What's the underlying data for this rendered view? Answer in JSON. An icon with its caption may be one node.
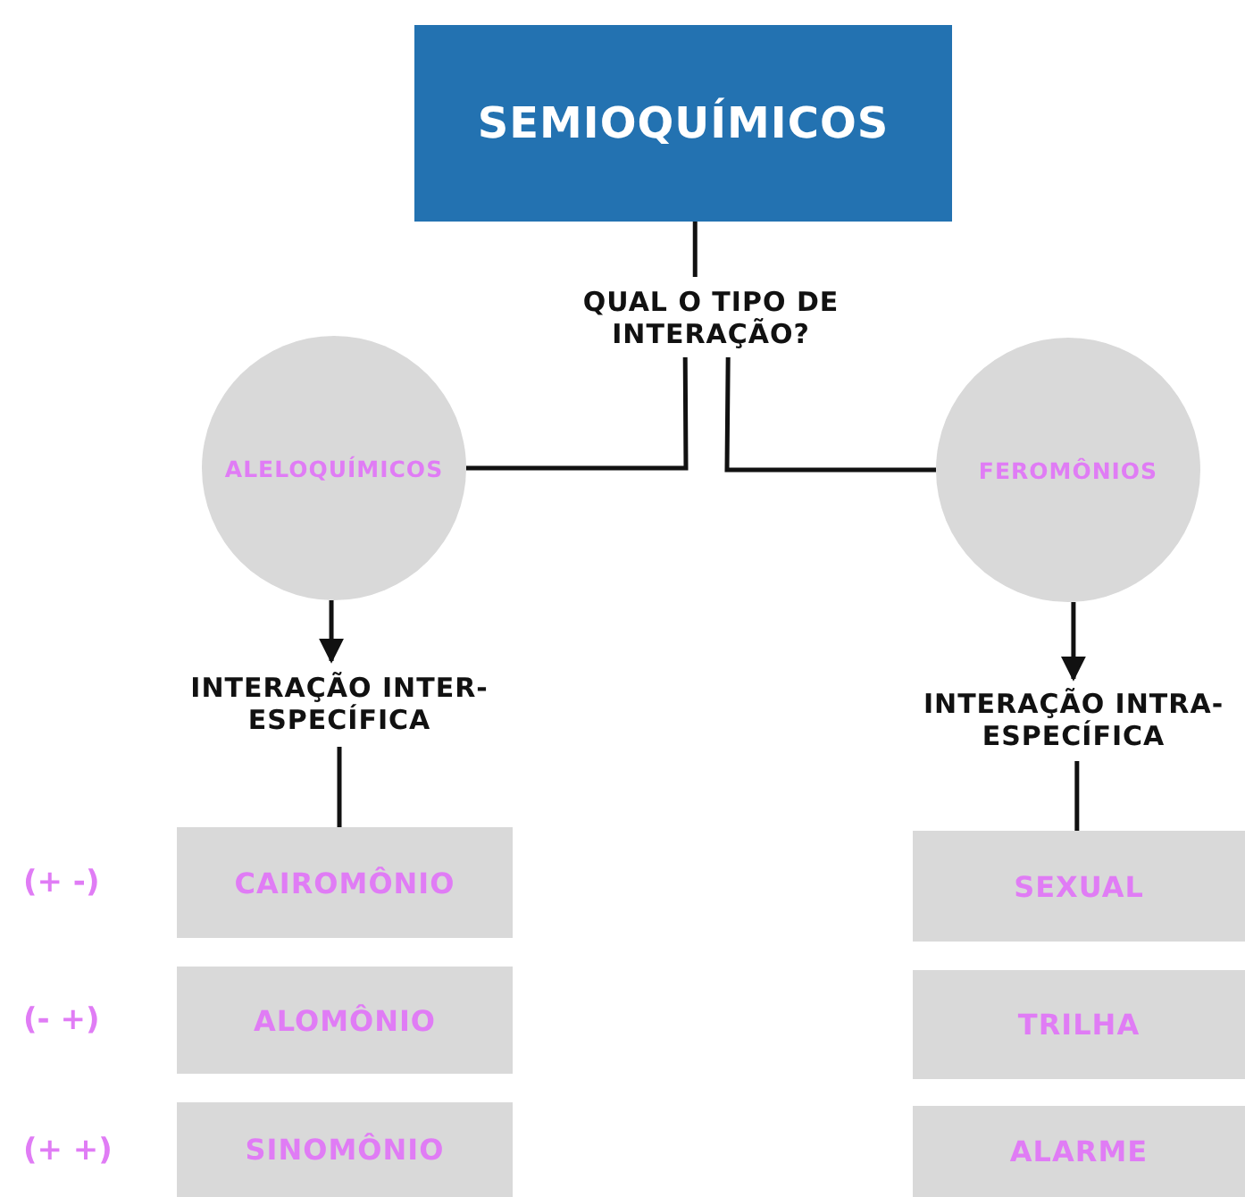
{
  "diagram": {
    "nodes": [
      {
        "text": [
          "SEMIOQUÍMICOS"
        ]
      },
      {
        "text": [
          "QUAL O TIPO DE INTERAÇÃO?"
        ]
      },
      {
        "text": [
          "ALELOQUÍMICOS"
        ]
      },
      {
        "text": [
          "FEROMÔNIOS"
        ]
      },
      {
        "text": [
          "INTERAÇÃO INTER-ESPECÍFICA"
        ]
      },
      {
        "text": [
          "INTERAÇÃO INTRA-ESPECÍFICA"
        ]
      },
      {
        "text": [
          "CAIROMÔNIO"
        ],
        "beside": [
          "(+ -)"
        ]
      },
      {
        "text": [
          "ALOMÔNIO"
        ],
        "beside": [
          "(- +)"
        ]
      },
      {
        "text": [
          "SINOMÔNIO"
        ],
        "beside": [
          "(+ +)"
        ]
      },
      {
        "text": [
          "SEXUAL"
        ]
      },
      {
        "text": [
          "TRILHA"
        ]
      },
      {
        "text": [
          "ALARME"
        ]
      }
    ],
    "edges": [
      {
        "from": 0,
        "to": 1,
        "arrow": "none"
      },
      {
        "from": 1,
        "to": 2,
        "arrow": "none"
      },
      {
        "from": 1,
        "to": 3,
        "arrow": "none"
      },
      {
        "from": 2,
        "to": 4,
        "arrow": "to"
      },
      {
        "from": 3,
        "to": 5,
        "arrow": "to"
      },
      {
        "from": 4,
        "to": 6,
        "arrow": "none"
      },
      {
        "from": 5,
        "to": 9,
        "arrow": "none"
      }
    ]
  }
}
